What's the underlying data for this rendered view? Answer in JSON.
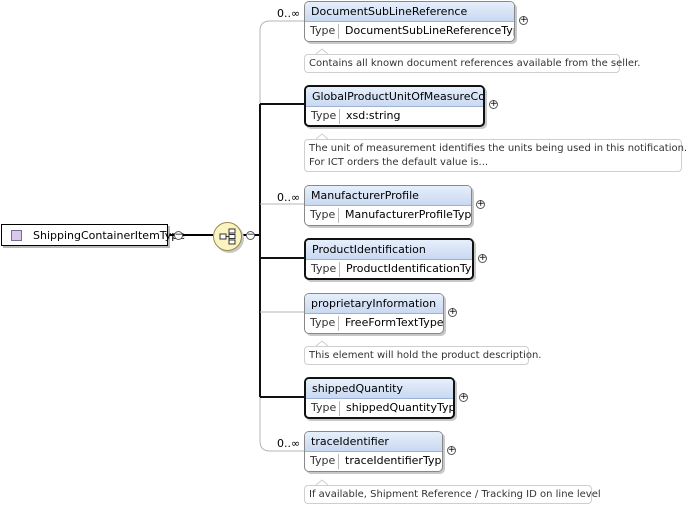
{
  "root": {
    "label": "ShippingContainerItemType"
  },
  "type_label": "Type",
  "elements": [
    {
      "name": "DocumentSubLineReference",
      "type": "DocumentSubLineReferenceType",
      "occurs": "0..∞",
      "required": false,
      "doc": [
        "Contains all known document references available from the seller."
      ]
    },
    {
      "name": "GlobalProductUnitOfMeasureCode",
      "type": "xsd:string",
      "occurs": "",
      "required": true,
      "doc": [
        "The unit of measurement identifies the units being used in this notification.",
        "For ICT orders the default value is..."
      ]
    },
    {
      "name": "ManufacturerProfile",
      "type": "ManufacturerProfileType",
      "occurs": "0..∞",
      "required": false,
      "doc": []
    },
    {
      "name": "ProductIdentification",
      "type": "ProductIdentificationType",
      "occurs": "",
      "required": true,
      "doc": []
    },
    {
      "name": "proprietaryInformation",
      "type": "FreeFormTextType",
      "occurs": "",
      "required": false,
      "doc": [
        "This element will hold the product description."
      ]
    },
    {
      "name": "shippedQuantity",
      "type": "shippedQuantityType",
      "occurs": "",
      "required": true,
      "doc": []
    },
    {
      "name": "traceIdentifier",
      "type": "traceIdentifierType",
      "occurs": "0..∞",
      "required": false,
      "doc": [
        "If available, Shipment Reference / Tracking ID on line level"
      ]
    }
  ]
}
